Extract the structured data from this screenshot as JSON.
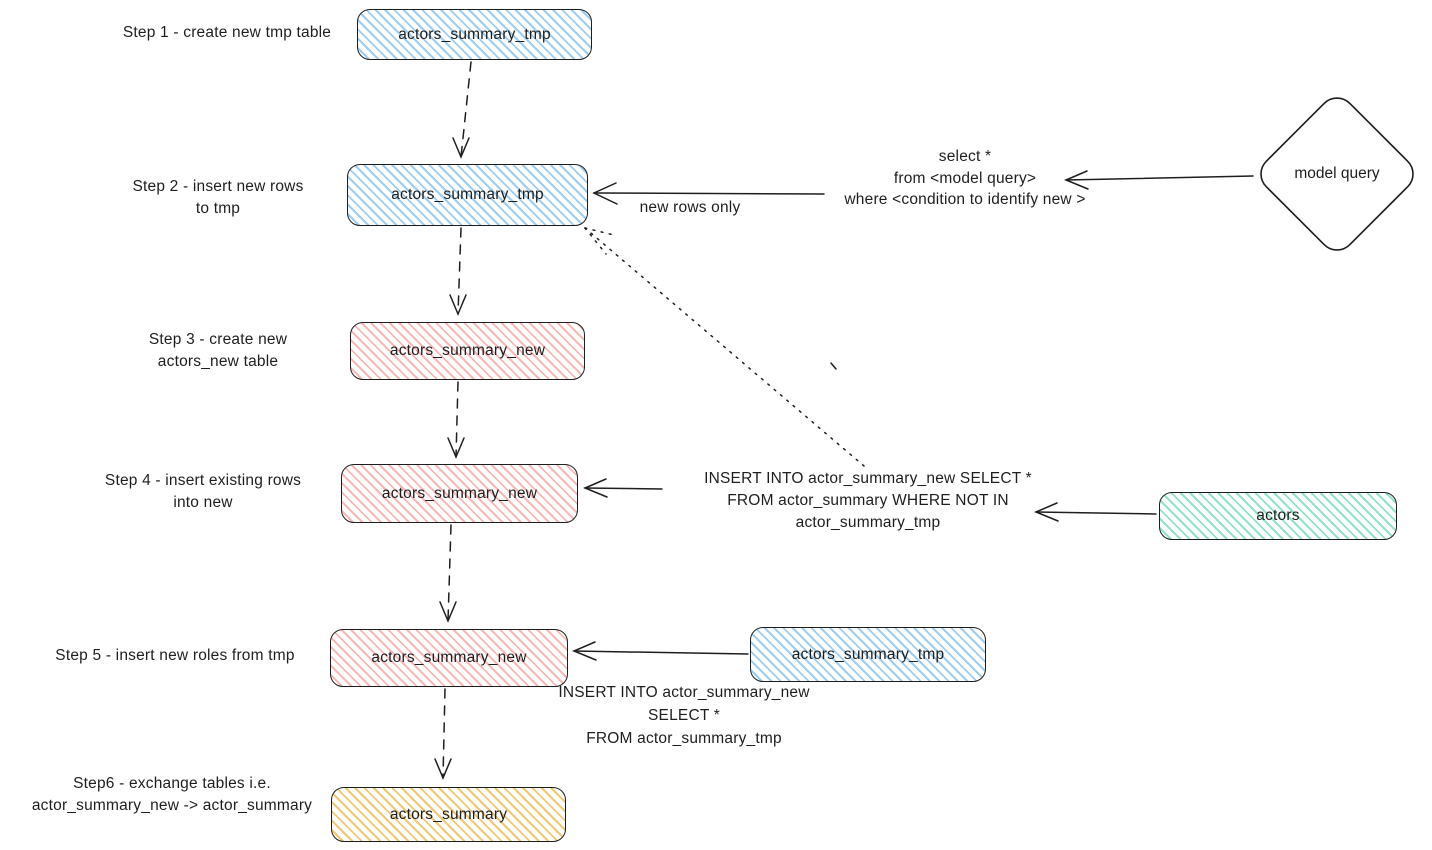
{
  "diagram": {
    "background": "#ffffff",
    "stroke_color": "#1e1e1e",
    "palette": {
      "blue": "#a5d8ff",
      "pink": "#ffc9c9",
      "green": "#96f2d7",
      "yellow": "#ffec99"
    }
  },
  "steps": {
    "s1": {
      "lines": [
        "Step 1 - create new tmp table"
      ]
    },
    "s2": {
      "lines": [
        "Step 2 - insert new rows",
        "to tmp"
      ]
    },
    "s3": {
      "lines": [
        "Step 3 - create new",
        "actors_new table"
      ]
    },
    "s4": {
      "lines": [
        "Step 4 - insert existing rows",
        "into new"
      ]
    },
    "s5": {
      "lines": [
        "Step 5 - insert new roles from tmp"
      ]
    },
    "s6": {
      "lines": [
        "Step6 - exchange tables i.e.",
        "actor_summary_new -> actor_summary"
      ]
    }
  },
  "nodes": {
    "step1_tmp": {
      "label": "actors_summary_tmp",
      "color": "blue"
    },
    "step2_tmp": {
      "label": "actors_summary_tmp",
      "color": "blue"
    },
    "step3_new": {
      "label": "actors_summary_new",
      "color": "pink"
    },
    "step4_new": {
      "label": "actors_summary_new",
      "color": "pink"
    },
    "step5_new": {
      "label": "actors_summary_new",
      "color": "pink"
    },
    "step5_tmp": {
      "label": "actors_summary_tmp",
      "color": "blue"
    },
    "step6_final": {
      "label": "actors_summary",
      "color": "yellow"
    },
    "actors": {
      "label": "actors",
      "color": "green"
    },
    "model_query": {
      "label": "model query",
      "color": "white"
    }
  },
  "annotations": {
    "new_rows_only": "new rows only",
    "select_block": {
      "lines": [
        "select *",
        "from <model query>",
        "where <condition to identify new >"
      ]
    },
    "insert_step4": {
      "lines": [
        "INSERT INTO actor_summary_new SELECT *",
        "FROM actor_summary WHERE NOT IN",
        "actor_summary_tmp"
      ]
    },
    "insert_step5": {
      "lines": [
        "INSERT INTO actor_summary_new",
        "SELECT *",
        "FROM actor_summary_tmp"
      ]
    }
  }
}
